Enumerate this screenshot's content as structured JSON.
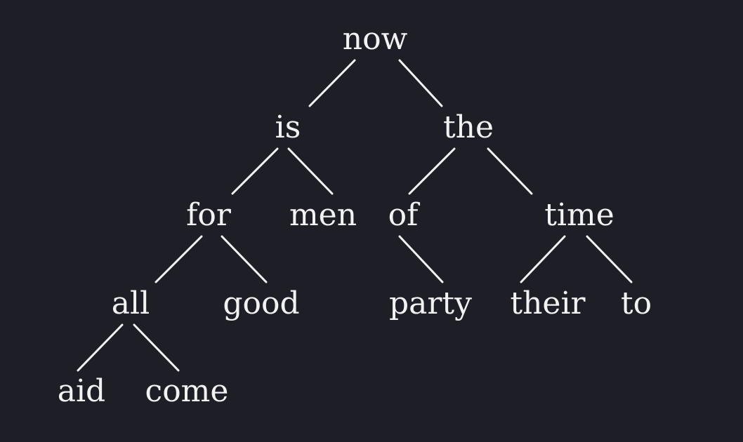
{
  "tree": {
    "nodes": [
      {
        "id": "now",
        "label": "now"
      },
      {
        "id": "is",
        "label": "is"
      },
      {
        "id": "the",
        "label": "the"
      },
      {
        "id": "for",
        "label": "for"
      },
      {
        "id": "men",
        "label": "men"
      },
      {
        "id": "of",
        "label": "of"
      },
      {
        "id": "time",
        "label": "time"
      },
      {
        "id": "all",
        "label": "all"
      },
      {
        "id": "good",
        "label": "good"
      },
      {
        "id": "party",
        "label": "party"
      },
      {
        "id": "their",
        "label": "their"
      },
      {
        "id": "to",
        "label": "to"
      },
      {
        "id": "aid",
        "label": "aid"
      },
      {
        "id": "come",
        "label": "come"
      }
    ],
    "edges": [
      {
        "from": "now",
        "to": "is"
      },
      {
        "from": "now",
        "to": "the"
      },
      {
        "from": "is",
        "to": "for"
      },
      {
        "from": "is",
        "to": "men"
      },
      {
        "from": "the",
        "to": "of"
      },
      {
        "from": "the",
        "to": "time"
      },
      {
        "from": "for",
        "to": "all"
      },
      {
        "from": "for",
        "to": "good"
      },
      {
        "from": "of",
        "to": "party"
      },
      {
        "from": "time",
        "to": "their"
      },
      {
        "from": "time",
        "to": "to"
      },
      {
        "from": "all",
        "to": "aid"
      },
      {
        "from": "all",
        "to": "come"
      }
    ]
  },
  "colors": {
    "background": "#1e1e27",
    "foreground": "#f2f2f2"
  }
}
